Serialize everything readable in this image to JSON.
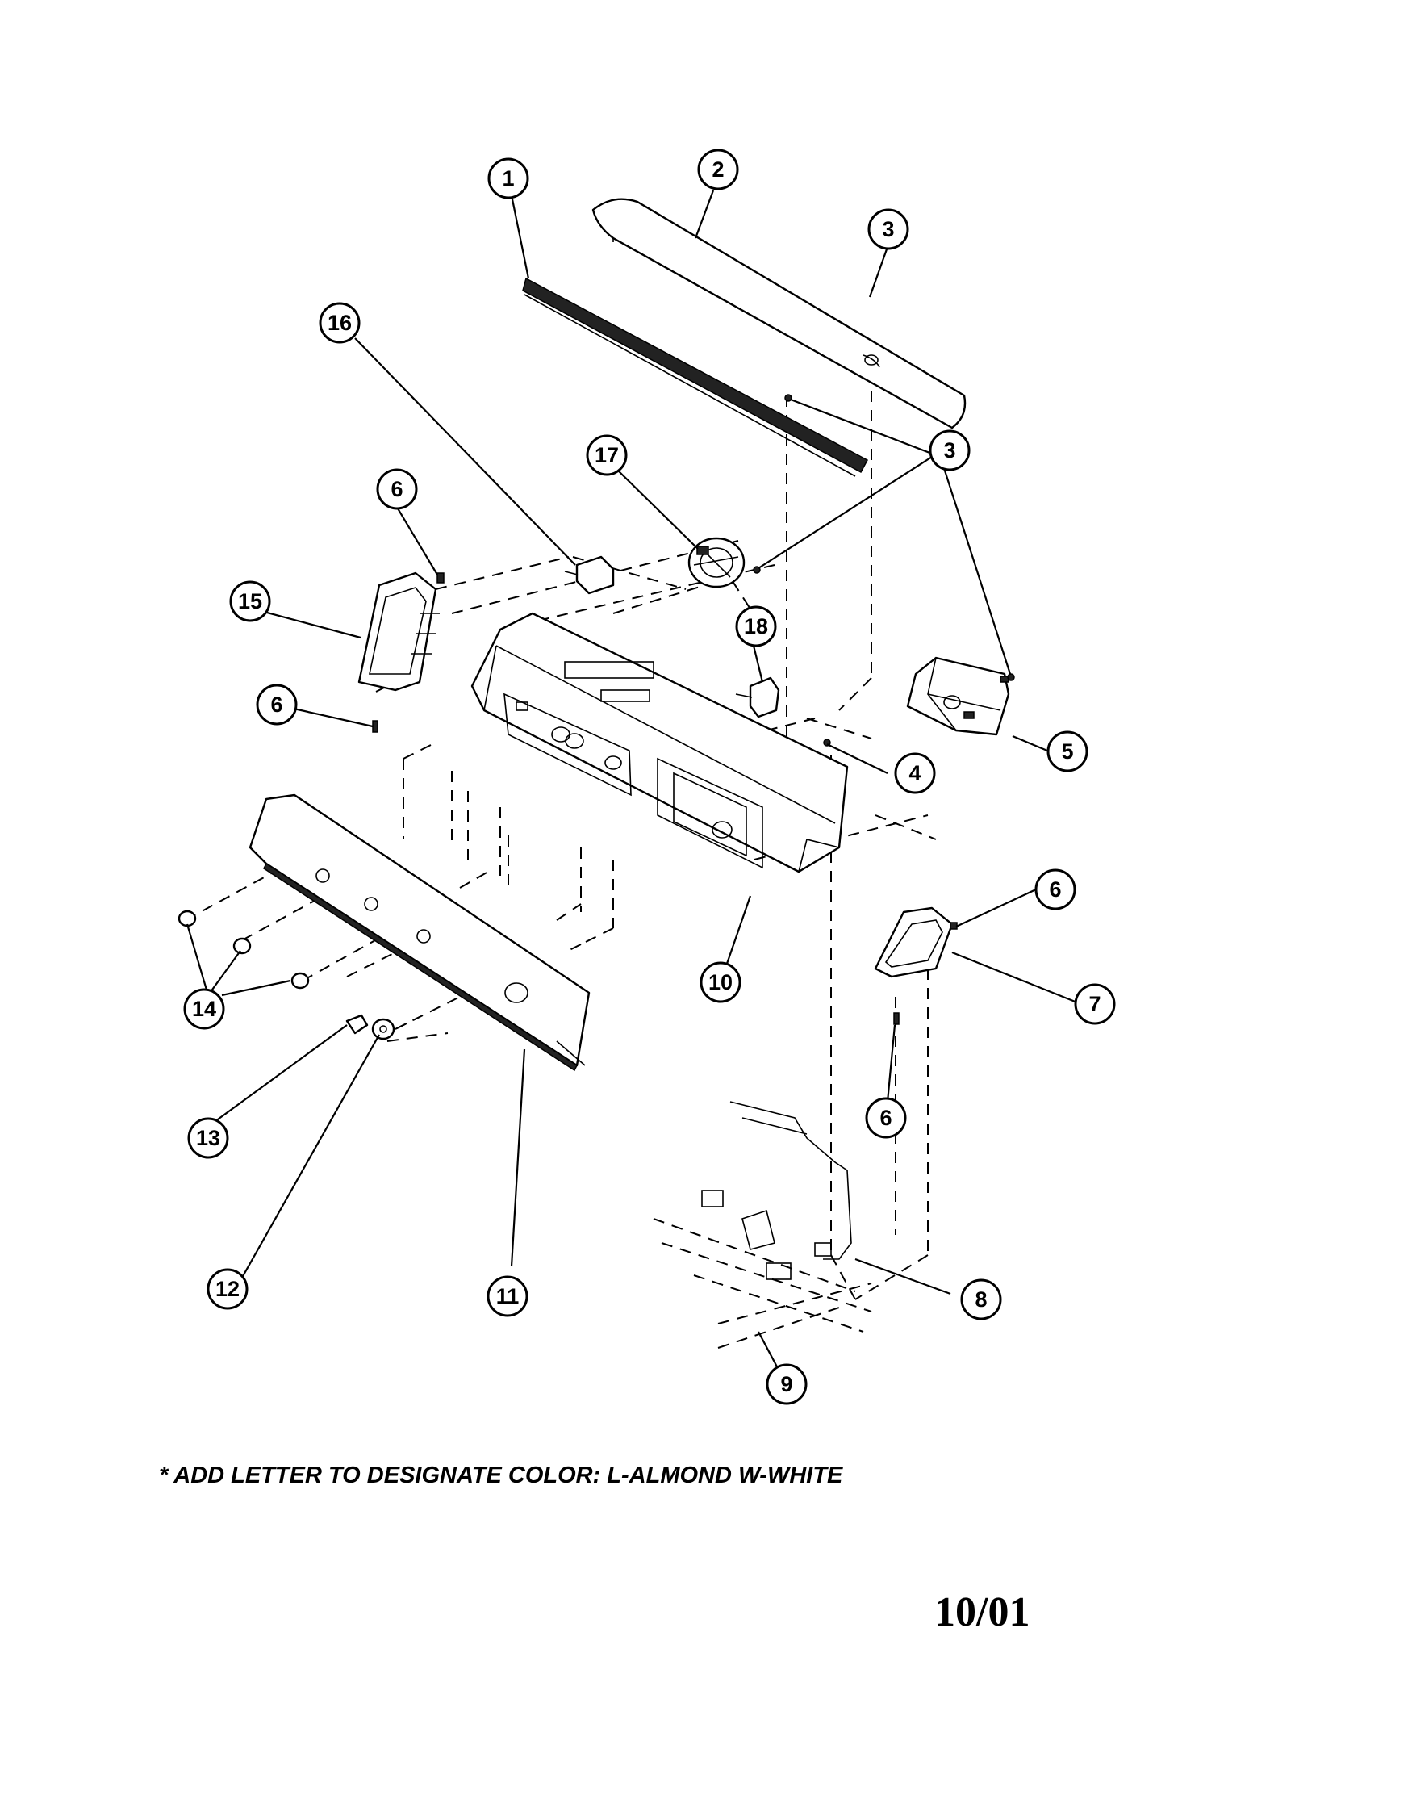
{
  "callouts": [
    {
      "id": "c1",
      "label": "1"
    },
    {
      "id": "c2",
      "label": "2"
    },
    {
      "id": "c3a",
      "label": "3"
    },
    {
      "id": "c3b",
      "label": "3"
    },
    {
      "id": "c4",
      "label": "4"
    },
    {
      "id": "c5",
      "label": "5"
    },
    {
      "id": "c6a",
      "label": "6"
    },
    {
      "id": "c6b",
      "label": "6"
    },
    {
      "id": "c6c",
      "label": "6"
    },
    {
      "id": "c6d",
      "label": "6"
    },
    {
      "id": "c7",
      "label": "7"
    },
    {
      "id": "c8",
      "label": "8"
    },
    {
      "id": "c9",
      "label": "9"
    },
    {
      "id": "c10",
      "label": "10"
    },
    {
      "id": "c11",
      "label": "11"
    },
    {
      "id": "c12",
      "label": "12"
    },
    {
      "id": "c13",
      "label": "13"
    },
    {
      "id": "c14",
      "label": "14"
    },
    {
      "id": "c15",
      "label": "15"
    },
    {
      "id": "c16",
      "label": "16"
    },
    {
      "id": "c17",
      "label": "17"
    },
    {
      "id": "c18",
      "label": "18"
    }
  ],
  "footnote": "* ADD LETTER TO DESIGNATE COLOR: L-ALMOND  W-WHITE",
  "date_code": "10/01"
}
